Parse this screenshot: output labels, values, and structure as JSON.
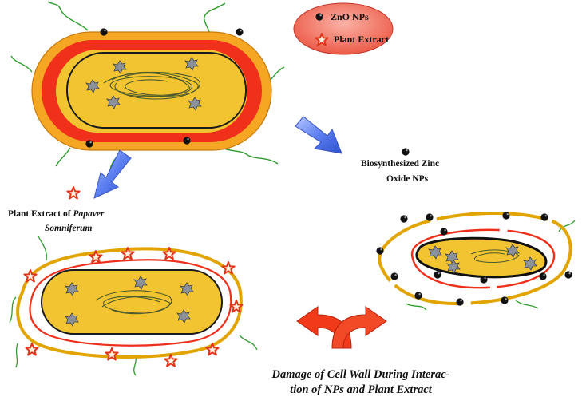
{
  "legend": {
    "zno_label": "ZnO NPs",
    "plant_label": "Plant Extract"
  },
  "labels": {
    "biosynth_line1": "Biosynthesized Zinc",
    "biosynth_line2": "Oxide NPs",
    "plant_extract_prefix": "Plant Extract of ",
    "plant_extract_italic": "Papaver",
    "plant_extract_line2": "Somniferum",
    "caption_line1": "Damage of Cell Wall During Interac-",
    "caption_line2": "tion of NPs and Plant Extract"
  },
  "colors": {
    "outer_wall": "#f5a623",
    "middle_wall": "#f0301a",
    "cytoplasm": "#f2c431",
    "legend_ellipse": "#f07060",
    "arrow_blue": "#4a6fe0",
    "arrow_red": "#f03a1a",
    "star": "#e83a1c",
    "nanoparticle": "#111111",
    "flagella": "#2e9d2e",
    "dna": "#556b2f",
    "granule": "#8a8f98"
  }
}
